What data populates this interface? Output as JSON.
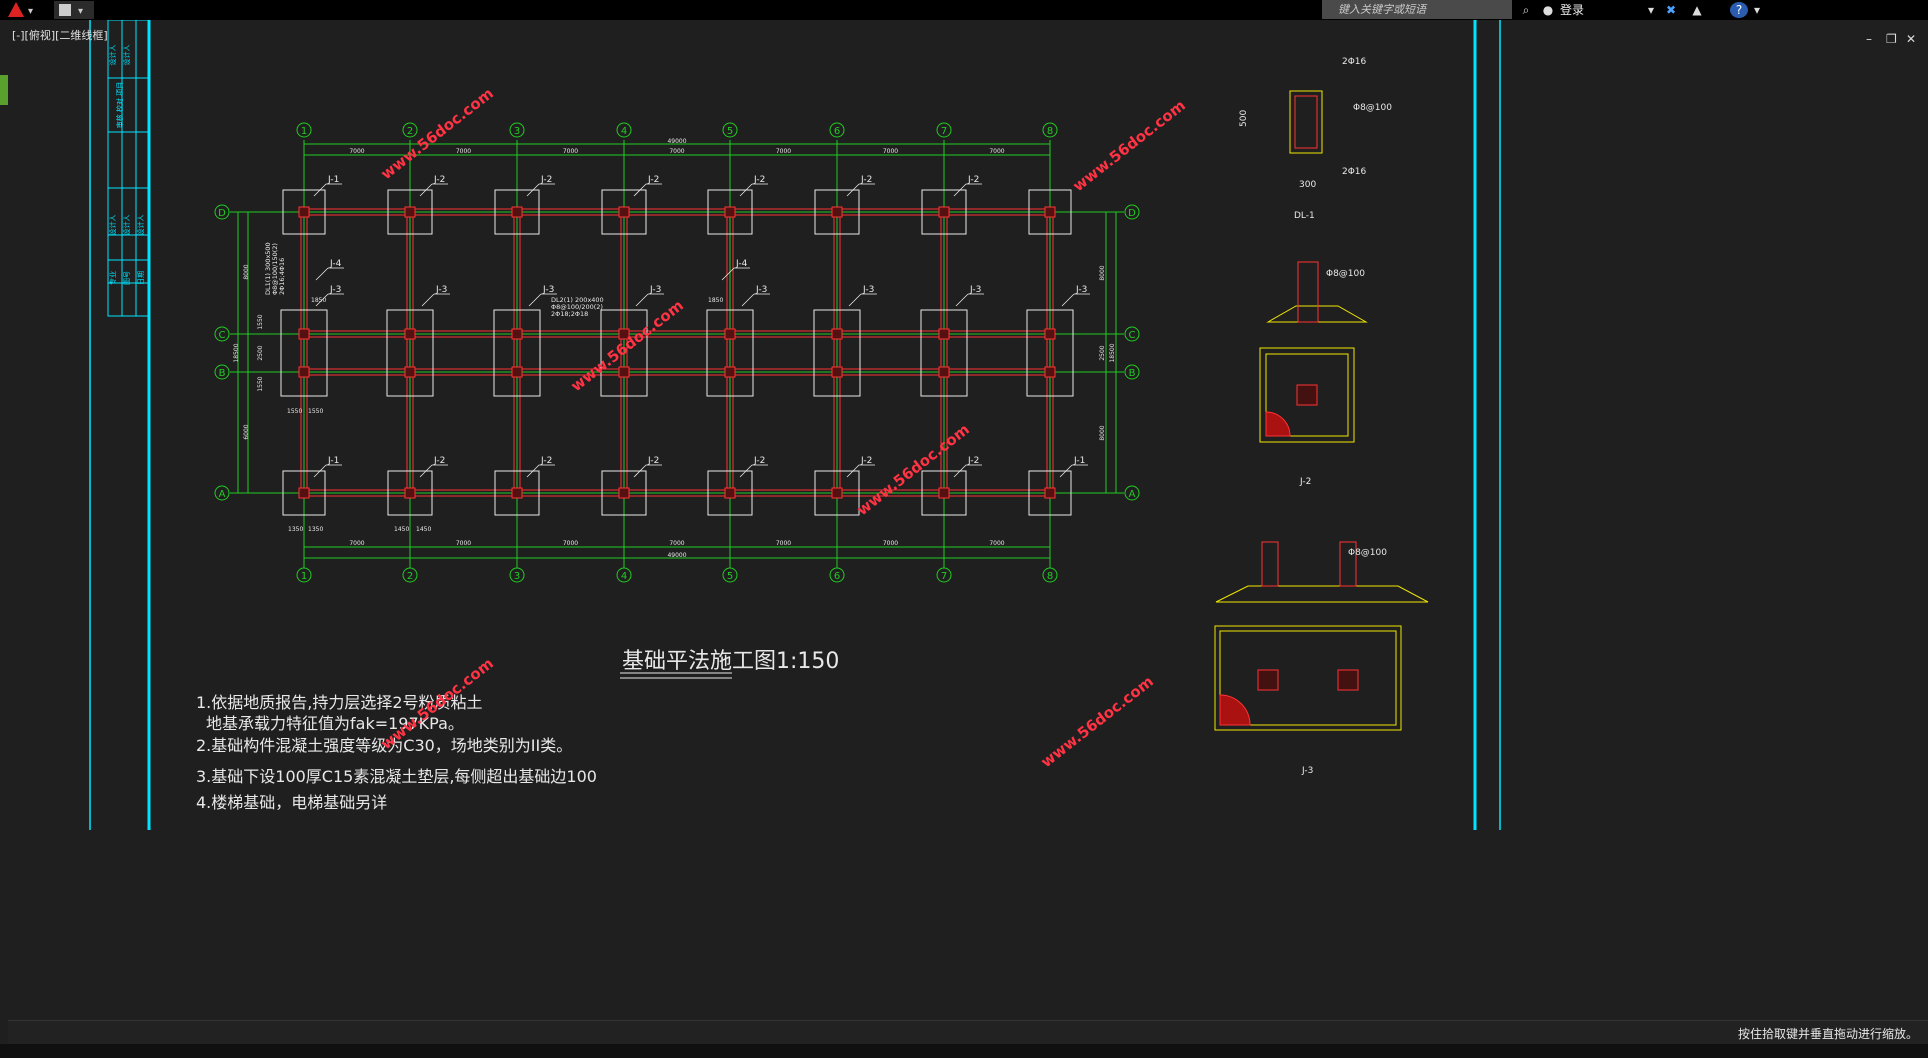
{
  "toolbar": {
    "search_placeholder": "键入关键字或短语",
    "login_label": "登录"
  },
  "document_tab": "[-][俯视][二维线框]",
  "status": {
    "hint": "按住拾取键并垂直拖动进行缩放。"
  },
  "drawing": {
    "title": "基础平法施工图1:150",
    "notes": [
      "1.依据地质报告,持力层选择2号粉质粘土",
      "地基承载力特征值为fak=197KPa。",
      "2.基础构件混凝土强度等级为C30，场地类别为II类。",
      "3.基础下设100厚C15素混凝土垫层,每侧超出基础边100",
      "4.楼梯基础，电梯基础另详"
    ],
    "axes_numbers": [
      "1",
      "2",
      "3",
      "4",
      "5",
      "6",
      "7",
      "8"
    ],
    "axes_letters": [
      "D",
      "C",
      "B",
      "A"
    ],
    "top_spacing": [
      "7000",
      "7000",
      "7000",
      "7000",
      "7000",
      "7000",
      "7000"
    ],
    "total_length": "49000",
    "left_dims": [
      "8000",
      "1550",
      "2500",
      "1550",
      "6000",
      "18500"
    ],
    "right_dims": [
      "8000",
      "2500",
      "8000",
      "18500"
    ],
    "footing_labels_row_d": [
      "J-1",
      "J-2",
      "J-2",
      "J-2",
      "J-2",
      "J-2",
      "J-2"
    ],
    "footing_labels_row_c": [
      "J-3",
      "J-3",
      "J-3",
      "J-3",
      "J-3",
      "J-3",
      "J-3",
      "J-3"
    ],
    "footing_labels_row_a": [
      "J-1",
      "J-2",
      "J-2",
      "J-2",
      "J-2",
      "J-2",
      "J-2",
      "J-1"
    ],
    "j4_label": "J-4",
    "dl_note_1": [
      "DL2(1) 200x400",
      "Φ8@100/200(2)",
      "2Φ18;2Φ18"
    ],
    "dl_note_2": [
      "DL1(1) 300x500",
      "Φ8@100/150(2)",
      "2Φ16;4Φ16"
    ],
    "dim_1850": "1850",
    "dim_1550": "1550",
    "dim_1350": "1350",
    "dim_1450": "1450",
    "section_dl1": {
      "top_bar": "2Φ16",
      "stirrup": "Φ8@100",
      "bottom_bar": "2Φ16",
      "height": "500",
      "width": "300",
      "label": "DL-1"
    },
    "detail_j2": {
      "label": "J-2",
      "rebar": "Φ8@100"
    },
    "detail_j3": {
      "label": "J-3",
      "rebar": "Φ8@100"
    },
    "title_block": [
      "设计人",
      "设计人",
      "审核 校对 项目",
      "设计人",
      "设计人",
      "设计人",
      "专业",
      "图号",
      "日期"
    ],
    "watermark": "www.56doc.com"
  },
  "colors": {
    "background": "#1f1f1f",
    "grid_green": "#22cc22",
    "beam_red": "#ff3333",
    "cyan": "#00e5ff",
    "white": "#e8e8e8",
    "yellow": "#f2e600"
  }
}
